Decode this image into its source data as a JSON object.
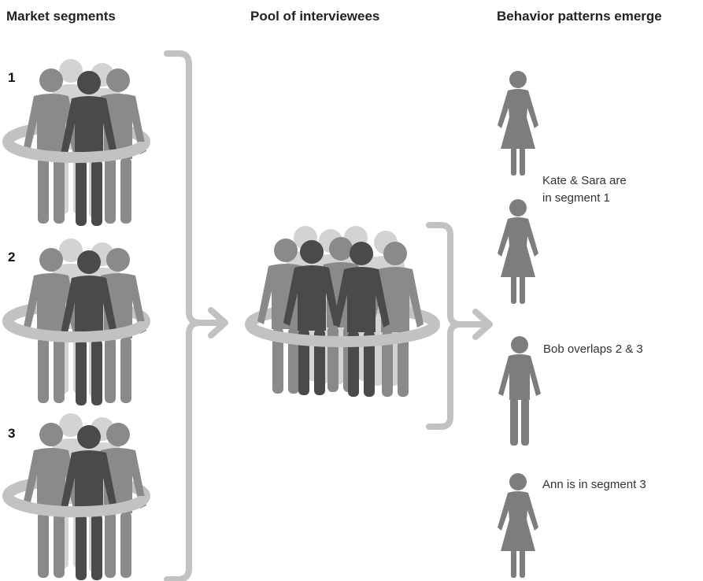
{
  "headers": {
    "market_segments": "Market segments",
    "pool": "Pool of interviewees",
    "behavior": "Behavior patterns emerge"
  },
  "segments": [
    {
      "number": "1"
    },
    {
      "number": "2"
    },
    {
      "number": "3"
    }
  ],
  "annotations": {
    "kate_sara_line1": "Kate & Sara are",
    "kate_sara_line2": "in segment 1",
    "bob": "Bob overlaps 2 & 3",
    "ann": "Ann is in segment 3"
  },
  "colors": {
    "light": "#d3d3d3",
    "mid": "#8a8a8a",
    "dark": "#4a4a4a",
    "ring": "#c2c2c2",
    "bracket": "#c2c2c2",
    "persona": "#7d7d7d"
  }
}
